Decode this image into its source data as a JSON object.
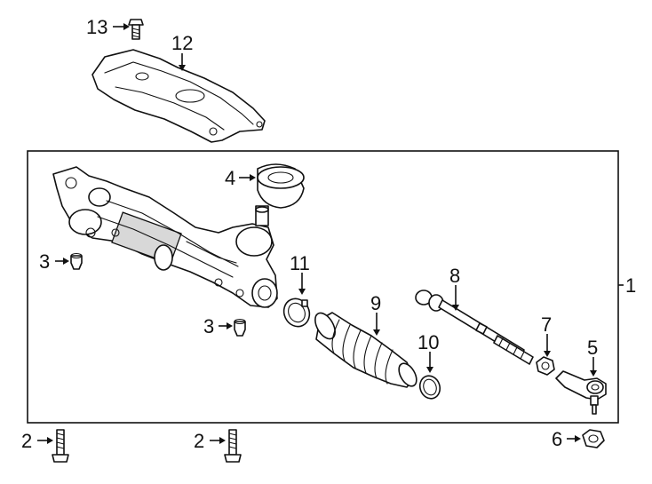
{
  "callouts": {
    "c1": "1",
    "c2a": "2",
    "c2b": "2",
    "c3a": "3",
    "c3b": "3",
    "c4": "4",
    "c5": "5",
    "c6": "6",
    "c7": "7",
    "c8": "8",
    "c9": "9",
    "c10": "10",
    "c11": "11",
    "c12": "12",
    "c13": "13"
  }
}
